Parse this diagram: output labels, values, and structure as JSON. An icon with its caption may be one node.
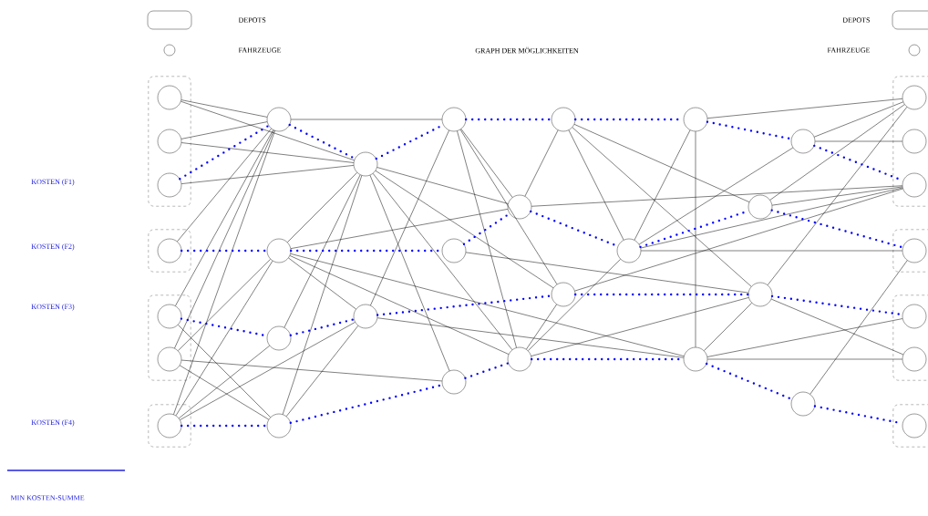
{
  "diagram": {
    "title": "GRAPH DER MÖGLICHKEITEN",
    "nodes": [
      {
        "text": [],
        "shape": "box"
      },
      {
        "text": [],
        "shape": "circle",
        "in": 0
      },
      {
        "text": [],
        "shape": "circle",
        "in": 0
      },
      {
        "text": [],
        "shape": "circle",
        "in": 0
      },
      {
        "text": [],
        "shape": "box"
      },
      {
        "text": [],
        "shape": "circle",
        "in": 4
      },
      {
        "text": [],
        "shape": "box"
      },
      {
        "text": [],
        "shape": "circle",
        "in": 6
      },
      {
        "text": [],
        "shape": "circle",
        "in": 6
      },
      {
        "text": [],
        "shape": "box"
      },
      {
        "text": [],
        "shape": "circle",
        "in": 9
      },
      {
        "text": [],
        "shape": "circle"
      },
      {
        "text": [],
        "shape": "circle"
      },
      {
        "text": [],
        "shape": "circle"
      },
      {
        "text": [],
        "shape": "circle"
      },
      {
        "text": [],
        "shape": "circle"
      },
      {
        "text": [],
        "shape": "circle"
      },
      {
        "text": [],
        "shape": "circle"
      },
      {
        "text": [],
        "shape": "circle"
      },
      {
        "text": [],
        "shape": "circle"
      },
      {
        "text": [],
        "shape": "circle"
      },
      {
        "text": [],
        "shape": "circle"
      },
      {
        "text": [],
        "shape": "circle"
      },
      {
        "text": [],
        "shape": "circle"
      },
      {
        "text": [],
        "shape": "circle"
      },
      {
        "text": [],
        "shape": "circle"
      },
      {
        "text": [],
        "shape": "circle"
      },
      {
        "text": [],
        "shape": "circle"
      },
      {
        "text": [],
        "shape": "circle"
      },
      {
        "text": [],
        "shape": "circle"
      },
      {
        "text": [],
        "shape": "circle"
      },
      {
        "text": [],
        "shape": "box"
      },
      {
        "text": [],
        "shape": "circle",
        "in": 31
      },
      {
        "text": [],
        "shape": "circle",
        "in": 31
      },
      {
        "text": [],
        "shape": "circle",
        "in": 31
      },
      {
        "text": [],
        "shape": "box"
      },
      {
        "text": [],
        "shape": "circle",
        "in": 35
      },
      {
        "text": [],
        "shape": "box"
      },
      {
        "text": [],
        "shape": "circle",
        "in": 37
      },
      {
        "text": [],
        "shape": "circle",
        "in": 37
      },
      {
        "text": [],
        "shape": "box"
      },
      {
        "text": [],
        "shape": "circle",
        "in": 40
      }
    ],
    "edges": [
      {
        "from": 1,
        "to": 11,
        "arrow": "none"
      },
      {
        "from": 1,
        "to": 12,
        "arrow": "none"
      },
      {
        "from": 2,
        "to": 11,
        "arrow": "none"
      },
      {
        "from": 2,
        "to": 12,
        "arrow": "none"
      },
      {
        "from": 3,
        "to": 12,
        "arrow": "none"
      },
      {
        "from": 5,
        "to": 11,
        "arrow": "none"
      },
      {
        "from": 7,
        "to": 11,
        "arrow": "none"
      },
      {
        "from": 8,
        "to": 11,
        "arrow": "none"
      },
      {
        "from": 10,
        "to": 11,
        "arrow": "none"
      },
      {
        "from": 8,
        "to": 19,
        "arrow": "none"
      },
      {
        "from": 10,
        "to": 19,
        "arrow": "none"
      },
      {
        "from": 10,
        "to": 24,
        "arrow": "none"
      },
      {
        "from": 7,
        "to": 30,
        "arrow": "none"
      },
      {
        "from": 8,
        "to": 30,
        "arrow": "none"
      },
      {
        "from": 10,
        "to": 25,
        "arrow": "none"
      },
      {
        "from": 8,
        "to": 28,
        "arrow": "none"
      },
      {
        "from": 11,
        "to": 13,
        "arrow": "none"
      },
      {
        "from": 12,
        "to": 19,
        "arrow": "none"
      },
      {
        "from": 12,
        "to": 22,
        "arrow": "none"
      },
      {
        "from": 12,
        "to": 26,
        "arrow": "none"
      },
      {
        "from": 12,
        "to": 28,
        "arrow": "none"
      },
      {
        "from": 12,
        "to": 25,
        "arrow": "none"
      },
      {
        "from": 19,
        "to": 17,
        "arrow": "none"
      },
      {
        "from": 19,
        "to": 24,
        "arrow": "none"
      },
      {
        "from": 19,
        "to": 26,
        "arrow": "none"
      },
      {
        "from": 19,
        "to": 27,
        "arrow": "none"
      },
      {
        "from": 13,
        "to": 22,
        "arrow": "none"
      },
      {
        "from": 13,
        "to": 24,
        "arrow": "none"
      },
      {
        "from": 13,
        "to": 26,
        "arrow": "none"
      },
      {
        "from": 13,
        "to": 17,
        "arrow": "none"
      },
      {
        "from": 12,
        "to": 17,
        "arrow": "none"
      },
      {
        "from": 14,
        "to": 17,
        "arrow": "none"
      },
      {
        "from": 14,
        "to": 21,
        "arrow": "none"
      },
      {
        "from": 14,
        "to": 23,
        "arrow": "none"
      },
      {
        "from": 14,
        "to": 18,
        "arrow": "none"
      },
      {
        "from": 15,
        "to": 32,
        "arrow": "none"
      },
      {
        "from": 15,
        "to": 21,
        "arrow": "none"
      },
      {
        "from": 15,
        "to": 27,
        "arrow": "none"
      },
      {
        "from": 16,
        "to": 32,
        "arrow": "none"
      },
      {
        "from": 16,
        "to": 33,
        "arrow": "none"
      },
      {
        "from": 21,
        "to": 16,
        "arrow": "none"
      },
      {
        "from": 17,
        "to": 34,
        "arrow": "none"
      },
      {
        "from": 18,
        "to": 32,
        "arrow": "none"
      },
      {
        "from": 18,
        "to": 34,
        "arrow": "none"
      },
      {
        "from": 20,
        "to": 23,
        "arrow": "none"
      },
      {
        "from": 21,
        "to": 34,
        "arrow": "none"
      },
      {
        "from": 21,
        "to": 26,
        "arrow": "none"
      },
      {
        "from": 21,
        "to": 36,
        "arrow": "none"
      },
      {
        "from": 22,
        "to": 26,
        "arrow": "none"
      },
      {
        "from": 22,
        "to": 34,
        "arrow": "none"
      },
      {
        "from": 23,
        "to": 32,
        "arrow": "none"
      },
      {
        "from": 23,
        "to": 39,
        "arrow": "none"
      },
      {
        "from": 23,
        "to": 27,
        "arrow": "none"
      },
      {
        "from": 23,
        "to": 26,
        "arrow": "none"
      },
      {
        "from": 24,
        "to": 27,
        "arrow": "none"
      },
      {
        "from": 24,
        "to": 30,
        "arrow": "none"
      },
      {
        "from": 27,
        "to": 38,
        "arrow": "none"
      },
      {
        "from": 27,
        "to": 39,
        "arrow": "none"
      },
      {
        "from": 29,
        "to": 36,
        "arrow": "none"
      },
      {
        "from": 30,
        "to": 12,
        "arrow": "none"
      },
      {
        "from": 3,
        "to": 11,
        "arrow": "none",
        "style": "dashed",
        "color": "#0000ff"
      },
      {
        "from": 11,
        "to": 12,
        "arrow": "none",
        "style": "dashed",
        "color": "#0000ff"
      },
      {
        "from": 12,
        "to": 13,
        "arrow": "none",
        "style": "dashed",
        "color": "#0000ff"
      },
      {
        "from": 13,
        "to": 14,
        "arrow": "none",
        "style": "dashed",
        "color": "#0000ff"
      },
      {
        "from": 14,
        "to": 15,
        "arrow": "none",
        "style": "dashed",
        "color": "#0000ff"
      },
      {
        "from": 15,
        "to": 16,
        "arrow": "none",
        "style": "dashed",
        "color": "#0000ff"
      },
      {
        "from": 16,
        "to": 34,
        "arrow": "none",
        "style": "dashed",
        "color": "#0000ff"
      },
      {
        "from": 5,
        "to": 19,
        "arrow": "none",
        "style": "dashed",
        "color": "#0000ff"
      },
      {
        "from": 19,
        "to": 20,
        "arrow": "none",
        "style": "dashed",
        "color": "#0000ff"
      },
      {
        "from": 20,
        "to": 17,
        "arrow": "none",
        "style": "dashed",
        "color": "#0000ff"
      },
      {
        "from": 17,
        "to": 21,
        "arrow": "none",
        "style": "dashed",
        "color": "#0000ff"
      },
      {
        "from": 21,
        "to": 18,
        "arrow": "none",
        "style": "dashed",
        "color": "#0000ff"
      },
      {
        "from": 18,
        "to": 36,
        "arrow": "none",
        "style": "dashed",
        "color": "#0000ff"
      },
      {
        "from": 7,
        "to": 25,
        "arrow": "none",
        "style": "dashed",
        "color": "#0000ff"
      },
      {
        "from": 25,
        "to": 24,
        "arrow": "none",
        "style": "dashed",
        "color": "#0000ff"
      },
      {
        "from": 24,
        "to": 22,
        "arrow": "none",
        "style": "dashed",
        "color": "#0000ff"
      },
      {
        "from": 22,
        "to": 23,
        "arrow": "none",
        "style": "dashed",
        "color": "#0000ff"
      },
      {
        "from": 23,
        "to": 38,
        "arrow": "none",
        "style": "dashed",
        "color": "#0000ff"
      },
      {
        "from": 10,
        "to": 30,
        "arrow": "none",
        "style": "dashed",
        "color": "#0000ff"
      },
      {
        "from": 30,
        "to": 28,
        "arrow": "none",
        "style": "dashed",
        "color": "#0000ff"
      },
      {
        "from": 28,
        "to": 26,
        "arrow": "none",
        "style": "dashed",
        "color": "#0000ff"
      },
      {
        "from": 26,
        "to": 27,
        "arrow": "none",
        "style": "dashed",
        "color": "#0000ff"
      },
      {
        "from": 27,
        "to": 29,
        "arrow": "none",
        "style": "dashed",
        "color": "#0000ff"
      },
      {
        "from": 29,
        "to": 41,
        "arrow": "none",
        "style": "dashed",
        "color": "#0000ff"
      }
    ],
    "labels": [
      "KOSTEN (F1)",
      "KOSTEN (F2)",
      "KOSTEN (F3)",
      "KOSTEN (F4)"
    ],
    "legend": [
      {
        "text": "DEPOTS"
      },
      {
        "text": "FAHRZEUGE"
      },
      {
        "text": "DEPOTS"
      },
      {
        "text": "FAHRZEUGE"
      },
      {
        "text": "MIN KOSTEN-SUMME"
      }
    ]
  }
}
